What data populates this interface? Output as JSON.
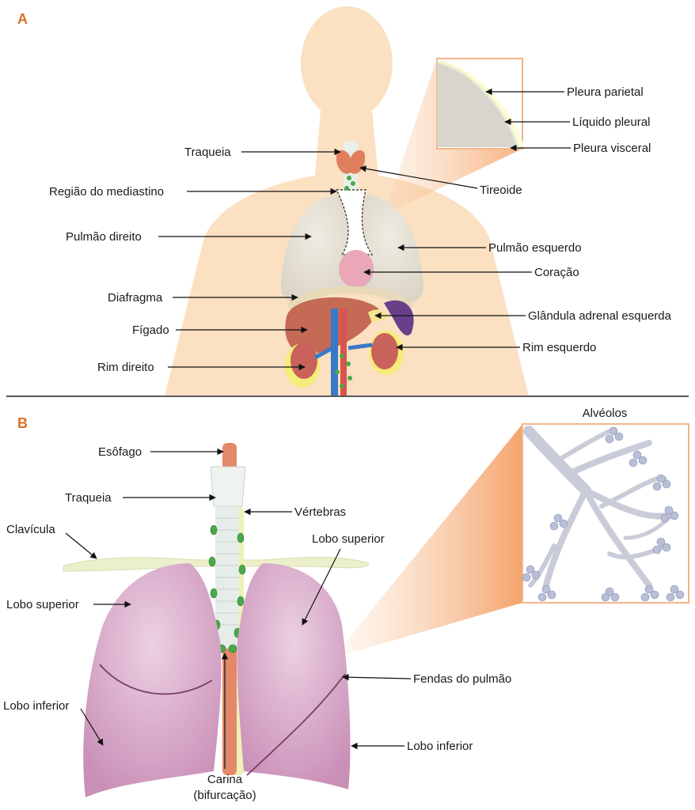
{
  "panels": {
    "a": "A",
    "b": "B"
  },
  "labels_a": {
    "traqueia": "Traqueia",
    "mediastino": "Região do mediastino",
    "pulmao_direito": "Pulmão direito",
    "diafragma": "Diafragma",
    "figado": "Fígado",
    "rim_direito": "Rim direito",
    "pleura_parietal": "Pleura parietal",
    "liquido_pleural": "Líquido pleural",
    "pleura_visceral": "Pleura visceral",
    "tireoide": "Tireoide",
    "pulmao_esquerdo": "Pulmão esquerdo",
    "coracao": "Coração",
    "adrenal": "Glândula adrenal esquerda",
    "rim_esquerdo": "Rim esquerdo"
  },
  "labels_b": {
    "esofago": "Esôfago",
    "traqueia": "Traqueia",
    "vertebras": "Vértebras",
    "clavicula": "Clavícula",
    "lobo_superior_esq": "Lobo superior",
    "lobo_superior_dir": "Lobo superior",
    "lobo_inferior_esq": "Lobo inferior",
    "lobo_inferior_dir": "Lobo inferior",
    "fendas": "Fendas do pulmão",
    "carina_1": "Carina",
    "carina_2": "(bifurcação)",
    "alveolos": "Alvéolos"
  },
  "colors": {
    "panel_label": "#d9702a",
    "skin": "#fbe0c2",
    "lung_a": "#e6e2d6",
    "lung_b": "#d9a9c9",
    "liver": "#c46a55",
    "kidney": "#c8625a",
    "spleen": "#6a3f8a",
    "vessel_blue": "#3a78c8",
    "vessel_red": "#d9534f",
    "lymph": "#4aa84a",
    "inset_border": "#f1b68a",
    "inset_cone": "#f6a56a"
  }
}
